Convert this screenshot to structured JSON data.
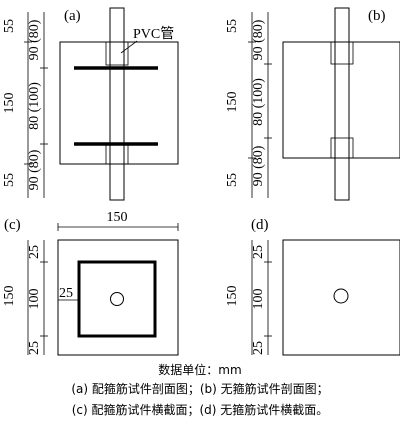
{
  "panels": {
    "a": {
      "label": "(a)",
      "pvc_label": "PVC管"
    },
    "b": {
      "label": "(b)"
    },
    "c": {
      "label": "(c)"
    },
    "d": {
      "label": "(d)"
    }
  },
  "dimensions": {
    "a_left": [
      "55",
      "150",
      "55"
    ],
    "a_right": [
      "90 (80)",
      "80 (100)",
      "90 (80)"
    ],
    "b_left": [
      "55",
      "150",
      "55"
    ],
    "b_right": [
      "90 (80)",
      "80 (100)",
      "90 (80)"
    ],
    "c_top": "150",
    "c_left": "150",
    "c_right": [
      "25",
      "100",
      "25"
    ],
    "c_inner": "25",
    "d_left": "150",
    "d_right": [
      "25",
      "100",
      "25"
    ]
  },
  "caption": {
    "unit": "数据单位：mm",
    "line1": "(a) 配箍筋试件剖面图；(b) 无箍筋试件剖面图；",
    "line2": "(c) 配箍筋试件横截面；(d) 无箍筋试件横截面。"
  }
}
